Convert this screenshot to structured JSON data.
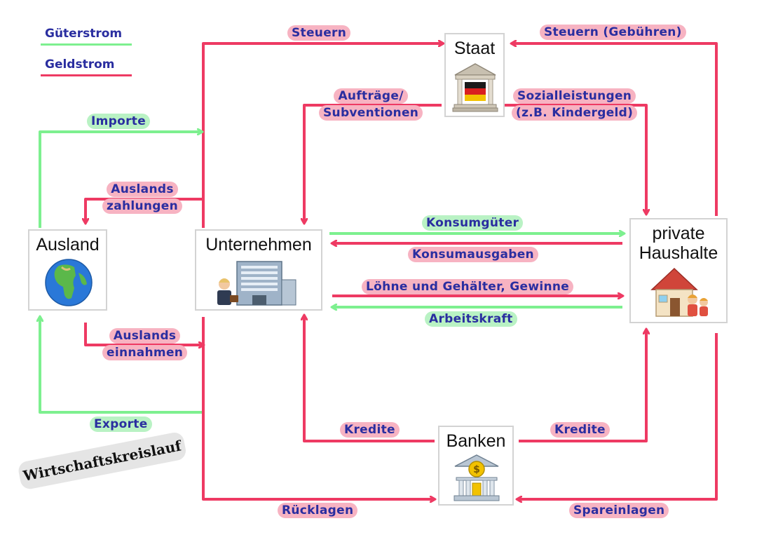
{
  "legend": {
    "goods": "Güterstrom",
    "money": "Geldstrom"
  },
  "colors": {
    "money": "#ee3a63",
    "goods": "#7df08f",
    "label_text": "#2a2ea0",
    "money_pill": "#f7b3c2",
    "goods_pill": "#b9f2c4"
  },
  "nodes": {
    "staat": "Staat",
    "unternehmen": "Unternehmen",
    "ausland": "Ausland",
    "haushalte_1": "private",
    "haushalte_2": "Haushalte",
    "banken": "Banken"
  },
  "icons": {
    "staat": "government-building-flag-icon",
    "unternehmen": "office-building-icon",
    "ausland": "globe-icon",
    "haushalte": "house-family-icon",
    "banken": "bank-building-icon"
  },
  "flows": {
    "steuern": "Steuern",
    "steuern_gebuehren": "Steuern (Gebühren)",
    "auftraege_1": "Aufträge/",
    "auftraege_2": "Subventionen",
    "sozial_1": "Sozialleistungen",
    "sozial_2": "(z.B. Kindergeld)",
    "importe": "Importe",
    "auslandszahlungen_1": "Auslands",
    "auslandszahlungen_2": "zahlungen",
    "konsumgueter": "Konsumgüter",
    "konsumausgaben": "Konsumausgaben",
    "loehne": "Löhne und Gehälter, Gewinne",
    "arbeitskraft": "Arbeitskraft",
    "auslandseinnahmen_1": "Auslands",
    "auslandseinnahmen_2": "einnahmen",
    "exporte": "Exporte",
    "kredite_unternehmen": "Kredite",
    "kredite_haushalte": "Kredite",
    "ruecklagen": "Rücklagen",
    "spareinlagen": "Spareinlagen"
  },
  "stamp": "Wirtschaftskreislauf"
}
